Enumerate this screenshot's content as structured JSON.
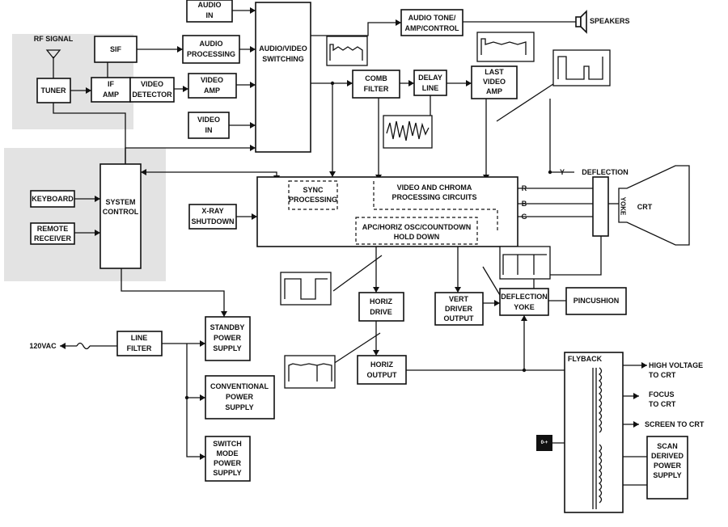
{
  "blocks": {
    "audio_in": [
      "AUDIO",
      "IN"
    ],
    "rf_signal": "RF SIGNAL",
    "tuner": "TUNER",
    "sif": "SIF",
    "audio_processing": [
      "AUDIO",
      "PROCESSING"
    ],
    "audio_video_switching": [
      "AUDIO/VIDEO",
      "SWITCHING"
    ],
    "audio_tone": [
      "AUDIO TONE/",
      "AMP/CONTROL"
    ],
    "speakers": "SPEAKERS",
    "if_amp": [
      "IF",
      "AMP"
    ],
    "video_detector": [
      "VIDEO",
      "DETECTOR"
    ],
    "video_amp": [
      "VIDEO",
      "AMP"
    ],
    "comb_filter": [
      "COMB",
      "FILTER"
    ],
    "delay_line": [
      "DELAY",
      "LINE"
    ],
    "last_video_amp": [
      "LAST",
      "VIDEO",
      "AMP"
    ],
    "video_in": [
      "VIDEO",
      "IN"
    ],
    "keyboard": "KEYBOARD",
    "system_control": [
      "SYSTEM",
      "CONTROL"
    ],
    "remote_receiver": [
      "REMOTE",
      "RECEIVER"
    ],
    "sync_processing": [
      "SYNC",
      "PROCESSING"
    ],
    "video_chroma": [
      "VIDEO AND CHROMA",
      "PROCESSING CIRCUITS"
    ],
    "apc_horiz": [
      "APC/HORIZ OSC/COUNTDOWN",
      "HOLD DOWN"
    ],
    "x_ray_shutdown": [
      "X-RAY",
      "SHUTDOWN"
    ],
    "rgb": [
      "R",
      "B",
      "G"
    ],
    "y": "Y",
    "deflection": "DEFLECTION",
    "yoke": "YOKE",
    "crt": "CRT",
    "horiz_drive": [
      "HORIZ",
      "DRIVE"
    ],
    "vert_driver_output": [
      "VERT",
      "DRIVER",
      "OUTPUT"
    ],
    "deflection_yoke": [
      "DEFLECTION",
      "YOKE"
    ],
    "pincushion": "PINCUSHION",
    "vac_120": "120VAC",
    "line_filter": [
      "LINE",
      "FILTER"
    ],
    "standby_power": [
      "STANDBY",
      "POWER",
      "SUPPLY"
    ],
    "conventional_power": [
      "CONVENTIONAL",
      "POWER",
      "SUPPLY"
    ],
    "switch_mode_power": [
      "SWITCH",
      "MODE",
      "POWER",
      "SUPPLY"
    ],
    "horiz_output": [
      "HORIZ",
      "OUTPUT"
    ],
    "flyback": "FLYBACK",
    "high_voltage": [
      "HIGH VOLTAGE",
      "TO CRT"
    ],
    "focus": [
      "FOCUS",
      "TO CRT"
    ],
    "screen": "SCREEN TO CRT",
    "scan_derived_power": [
      "SCAN",
      "DERIVED",
      "POWER",
      "SUPPLY"
    ],
    "small_box": "0-+"
  }
}
